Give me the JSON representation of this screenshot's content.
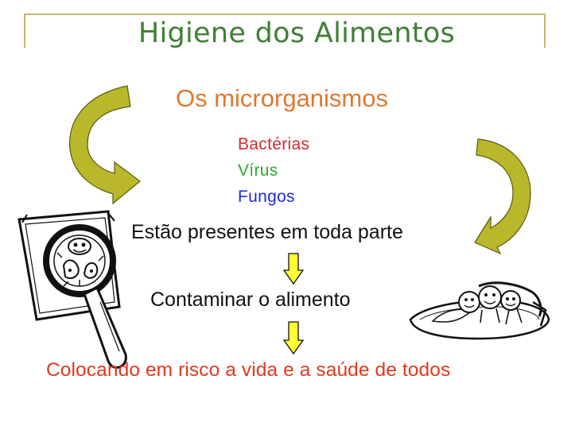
{
  "title": "Higiene dos Alimentos",
  "subtitle": "Os microrganismos",
  "microorganisms": [
    {
      "label": "Bactérias",
      "color": "#d22b2b"
    },
    {
      "label": "Vírus",
      "color": "#2ea82e"
    },
    {
      "label": "Fungos",
      "color": "#1f2ad8"
    }
  ],
  "statements": {
    "presence": "Estão presentes em toda parte",
    "contaminate": "Contaminar o alimento",
    "risk": "Colocando em risco a vida e a saúde de todos"
  },
  "colors": {
    "frame": "#c6b572",
    "title": "#3f7f35",
    "subtitle": "#e0782e",
    "risk": "#e0391f",
    "arrow_fill": "#b9b82a",
    "down_arrow_fill": "#ffff33"
  },
  "icons": [
    "curved-arrow-left-icon",
    "curved-arrow-right-icon",
    "magnifying-glass-germs-icon",
    "food-plate-germs-icon",
    "down-arrow-icon"
  ]
}
